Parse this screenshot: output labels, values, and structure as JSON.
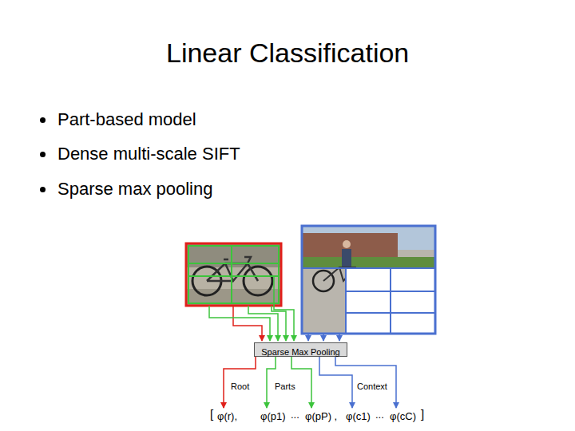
{
  "diagram": {
    "title": "Linear Classification",
    "nodes": [
      {
        "text": [
          "Sparse Max Pooling"
        ]
      },
      {
        "text": [
          "φ(r),"
        ]
      },
      {
        "text": [
          "φ(p1)"
        ]
      },
      {
        "text": [
          "φ(pP) ,"
        ]
      },
      {
        "text": [
          "φ(c1)"
        ]
      },
      {
        "text": [
          "φ(cC)"
        ]
      }
    ],
    "edges": [
      {
        "from": 0,
        "to": 1,
        "arrow": "to"
      },
      {
        "from": 0,
        "to": 2,
        "arrow": "to"
      },
      {
        "from": 0,
        "to": 3,
        "arrow": "to"
      },
      {
        "from": 0,
        "to": 4,
        "arrow": "to"
      },
      {
        "from": 0,
        "to": 5,
        "arrow": "to"
      }
    ],
    "labels": [
      "Part-based model",
      "Dense multi-scale SIFT",
      "Sparse max pooling",
      "Root",
      "Parts",
      "Context",
      "[",
      "...",
      "...",
      "]"
    ]
  }
}
